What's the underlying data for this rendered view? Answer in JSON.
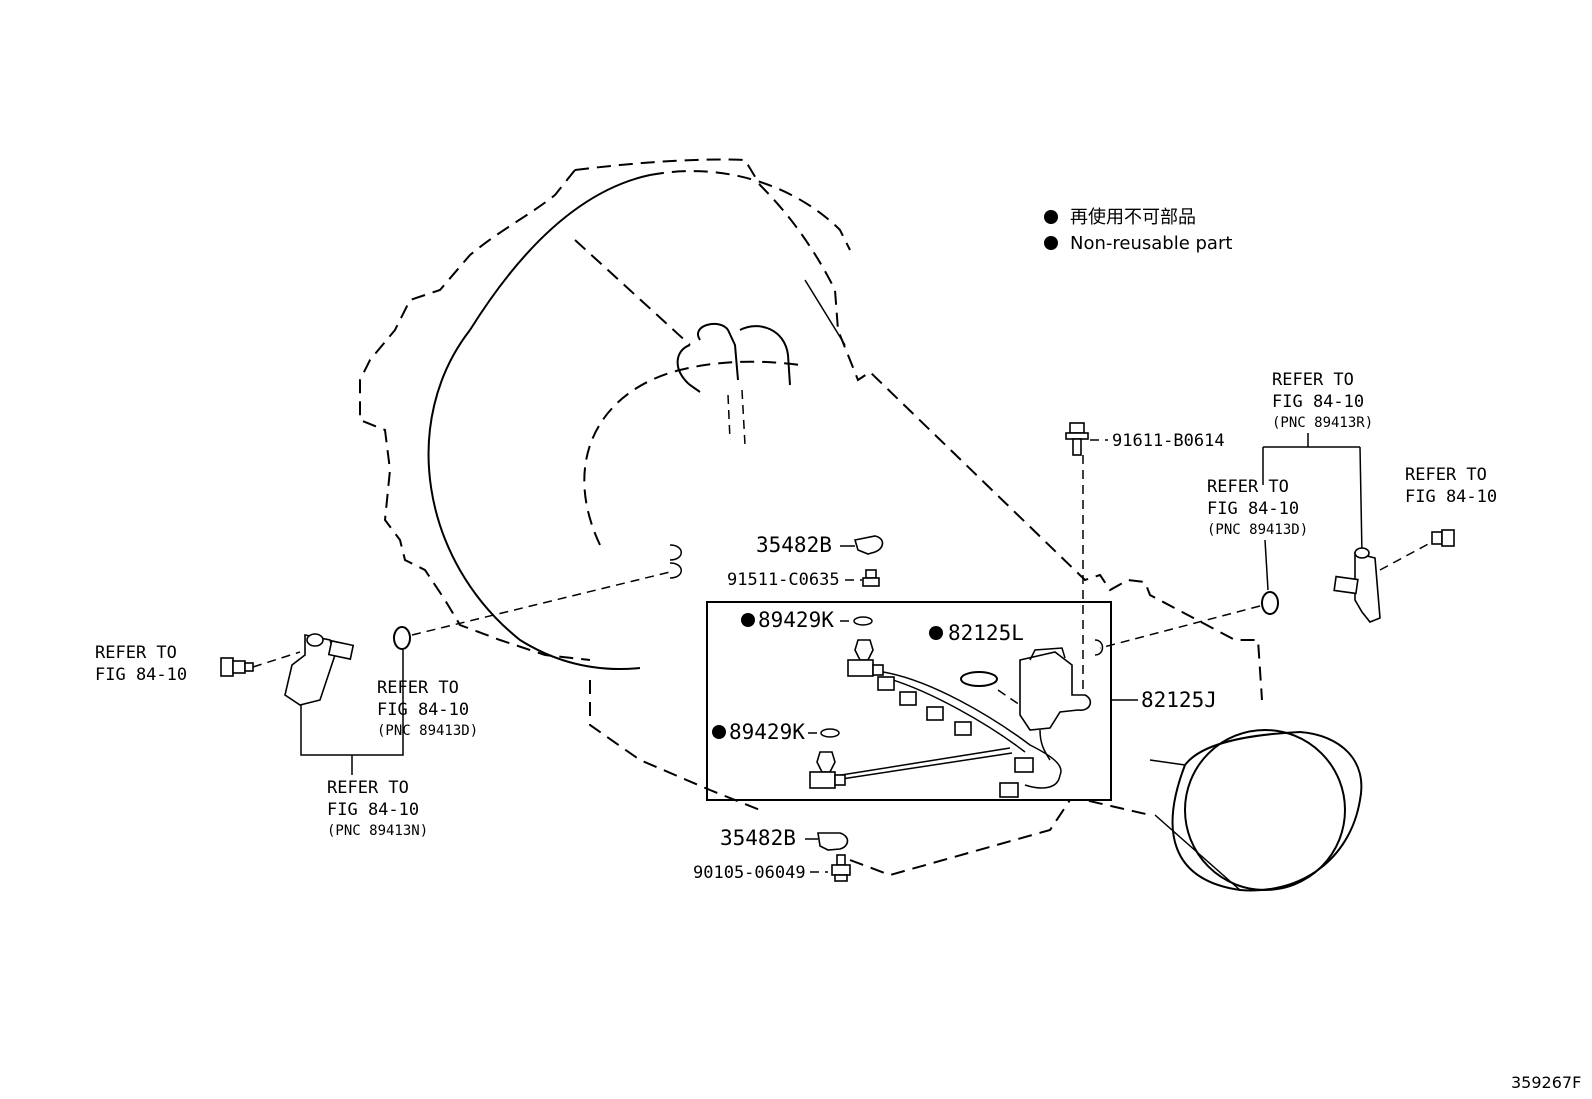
{
  "legend": {
    "symbol_meaning_jp": "再使用不可部品",
    "symbol_meaning_en": "Non-reusable part"
  },
  "figure_id": "359267F",
  "refer": {
    "refer_to": "REFER TO",
    "fig": "FIG 84-10",
    "pnc_89413R": "(PNC 89413R)",
    "pnc_89413D": "(PNC 89413D)",
    "pnc_89413N": "(PNC 89413N)"
  },
  "parts": {
    "p91611_B0614": "91611-B0614",
    "p35482B": "35482B",
    "p91511_C0635": "91511-C0635",
    "p89429K": "89429K",
    "p82125L": "82125L",
    "p82125J": "82125J",
    "p90105_06049": "90105-06049"
  }
}
